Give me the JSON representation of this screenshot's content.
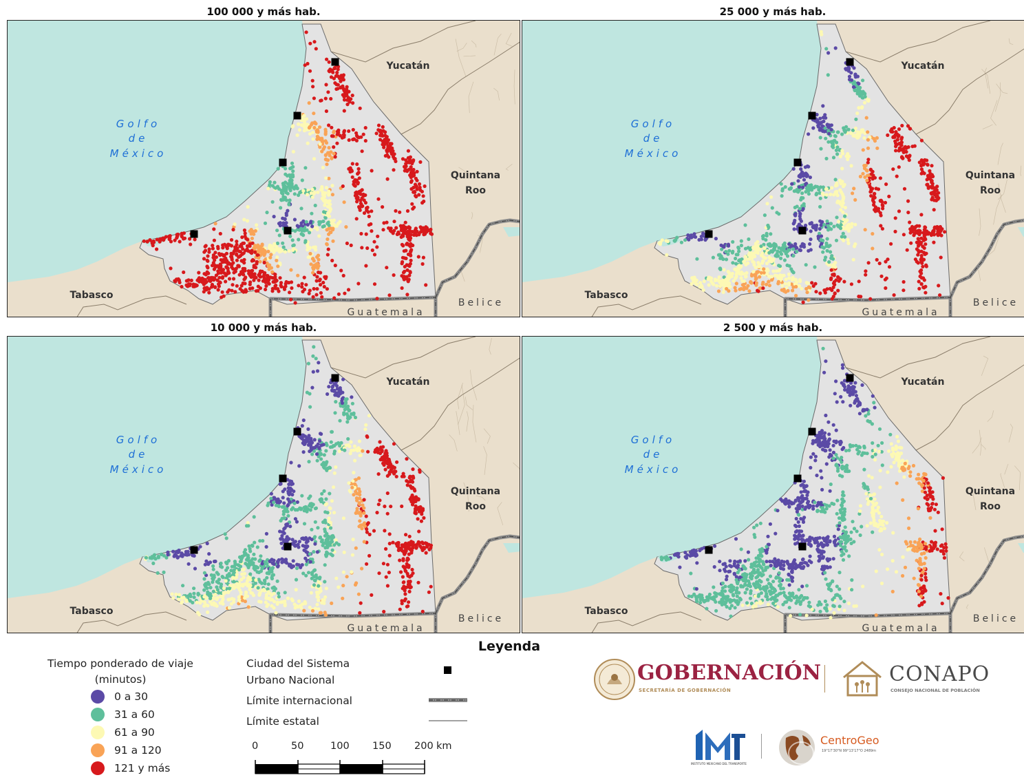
{
  "panels": [
    {
      "id": "p1",
      "title": "100 000 y más hab."
    },
    {
      "id": "p2",
      "title": "25 000 y más hab."
    },
    {
      "id": "p3",
      "title": "10 000 y más hab."
    },
    {
      "id": "p4",
      "title": "2 500 y más hab."
    }
  ],
  "map_labels": {
    "gulf": [
      "Golfo",
      "de",
      "México"
    ],
    "yucatan": "Yucatán",
    "quintana": [
      "Quintana",
      "Roo"
    ],
    "tabasco": "Tabasco",
    "guatemala": "Guatemala",
    "belice": "Belice"
  },
  "legend": {
    "title": "Leyenda",
    "heading": [
      "Tiempo ponderado de viaje",
      "(minutos)"
    ],
    "classes": [
      {
        "label": "0 a 30",
        "color": "#5b4aa6"
      },
      {
        "label": "31 a 60",
        "color": "#5ebf9b"
      },
      {
        "label": "61 a 90",
        "color": "#fdf9b4"
      },
      {
        "label": "91 a 120",
        "color": "#f9a356"
      },
      {
        "label": "121 y más",
        "color": "#d7191c"
      }
    ],
    "city_label": [
      "Ciudad del Sistema",
      "Urbano Nacional"
    ],
    "intl_label": "Límite internacional",
    "state_label": "Límite estatal",
    "scale_ticks": [
      "0",
      "50",
      "100",
      "150",
      "200"
    ],
    "scale_unit": "km"
  },
  "logos": {
    "gob": "GOBERNACIÓN",
    "gob_sub": "SECRETARÍA DE GOBERNACIÓN",
    "conapo": "CONAPO",
    "conapo_sub": "CONSEJO NACIONAL DE POBLACIÓN",
    "imt_sub": "INSTITUTO MEXICANO DEL TRANSPORTE",
    "centrogeo": "CentroGeo",
    "centrogeo_sub": "19°17'30\"N  99°13'17\"O  2489m"
  },
  "colors": {
    "sea": "#bfe6e0",
    "land": "#eadfcc",
    "state": "#e3e3e3"
  }
}
